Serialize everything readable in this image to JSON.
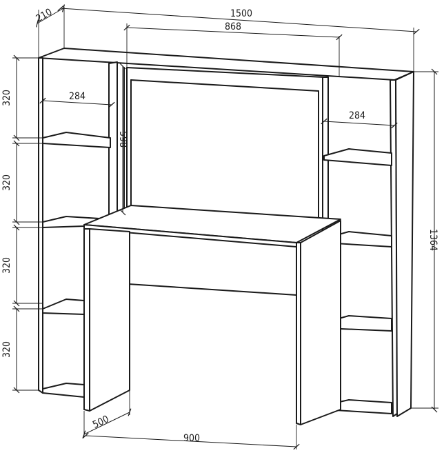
{
  "dimensions": {
    "depth_top": "210",
    "overall_width": "1500",
    "hutch_width": "868",
    "shelf_width_left": "284",
    "shelf_width_right": "284",
    "hutch_height": "598",
    "overall_height": "1364",
    "section_1": "320",
    "section_2": "320",
    "section_3": "320",
    "section_4": "320",
    "desk_depth": "500",
    "desk_width": "900"
  }
}
